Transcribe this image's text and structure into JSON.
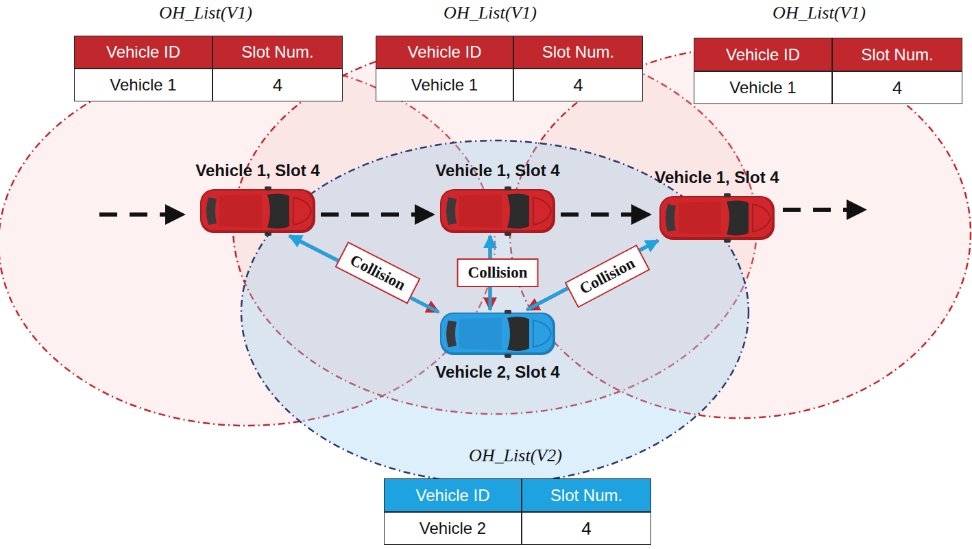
{
  "diagram": {
    "nodes": [
      {
        "text": [
          "Vehicle 1, Slot 4"
        ]
      },
      {
        "text": [
          "Vehicle 1, Slot 4"
        ]
      },
      {
        "text": [
          "Vehicle 1, Slot 4"
        ]
      },
      {
        "text": [
          "Vehicle 2, Slot 4"
        ]
      }
    ],
    "edges": [
      {
        "from": 0,
        "to": 3,
        "arrow": "to",
        "label": "Collision"
      },
      {
        "from": 3,
        "to": 0,
        "arrow": "to"
      },
      {
        "from": 1,
        "to": 3,
        "arrow": "to",
        "label": "Collision"
      },
      {
        "from": 3,
        "to": 1,
        "arrow": "to"
      },
      {
        "from": 2,
        "to": 3,
        "arrow": "to",
        "label": "Collision"
      },
      {
        "from": 3,
        "to": 2,
        "arrow": "to"
      }
    ],
    "labels": [
      "OH_List(V1)",
      "Vehicle ID",
      "Slot Num.",
      "Vehicle 1",
      "4",
      "OH_List(V1)",
      "Vehicle ID",
      "Slot Num.",
      "Vehicle 1",
      "4",
      "OH_List(V1)",
      "Vehicle ID",
      "Slot Num.",
      "Vehicle 1",
      "4",
      "OH_List(V2)",
      "Vehicle ID",
      "Slot Num.",
      "Vehicle 2",
      "4"
    ]
  }
}
